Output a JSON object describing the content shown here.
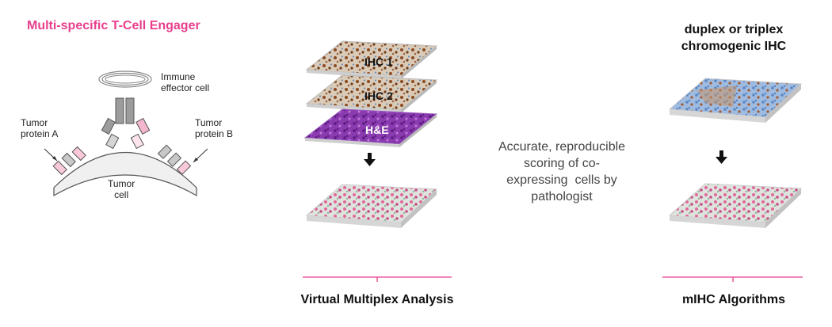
{
  "left": {
    "title": "Multi-specific T-Cell Engager",
    "immune_label_1": "Immune",
    "immune_label_2": "effector cell",
    "protein_a_1": "Tumor",
    "protein_a_2": "protein A",
    "protein_b_1": "Tumor",
    "protein_b_2": "protein B",
    "tumor_cell_1": "Tumor",
    "tumor_cell_2": "cell"
  },
  "middle": {
    "slides": [
      "IHC 1",
      "IHC 2",
      "H&E"
    ],
    "section_title": "Virtual Multiplex Analysis"
  },
  "center": {
    "lines": [
      "Accurate, reproducible",
      "scoring of co-",
      "expressing  cells by",
      "pathologist"
    ]
  },
  "right": {
    "title_line1": "duplex or triplex",
    "title_line2": "chromogenic IHC",
    "section_title": "mIHC Algorithms"
  },
  "colors": {
    "accent": "#e83e8c",
    "he_purple": "#7a2d9e",
    "ihc_brown": "#8b4a22",
    "ihc_blue": "#5c87c4"
  },
  "icons": [
    "down-arrow-icon",
    "down-arrow-icon"
  ]
}
